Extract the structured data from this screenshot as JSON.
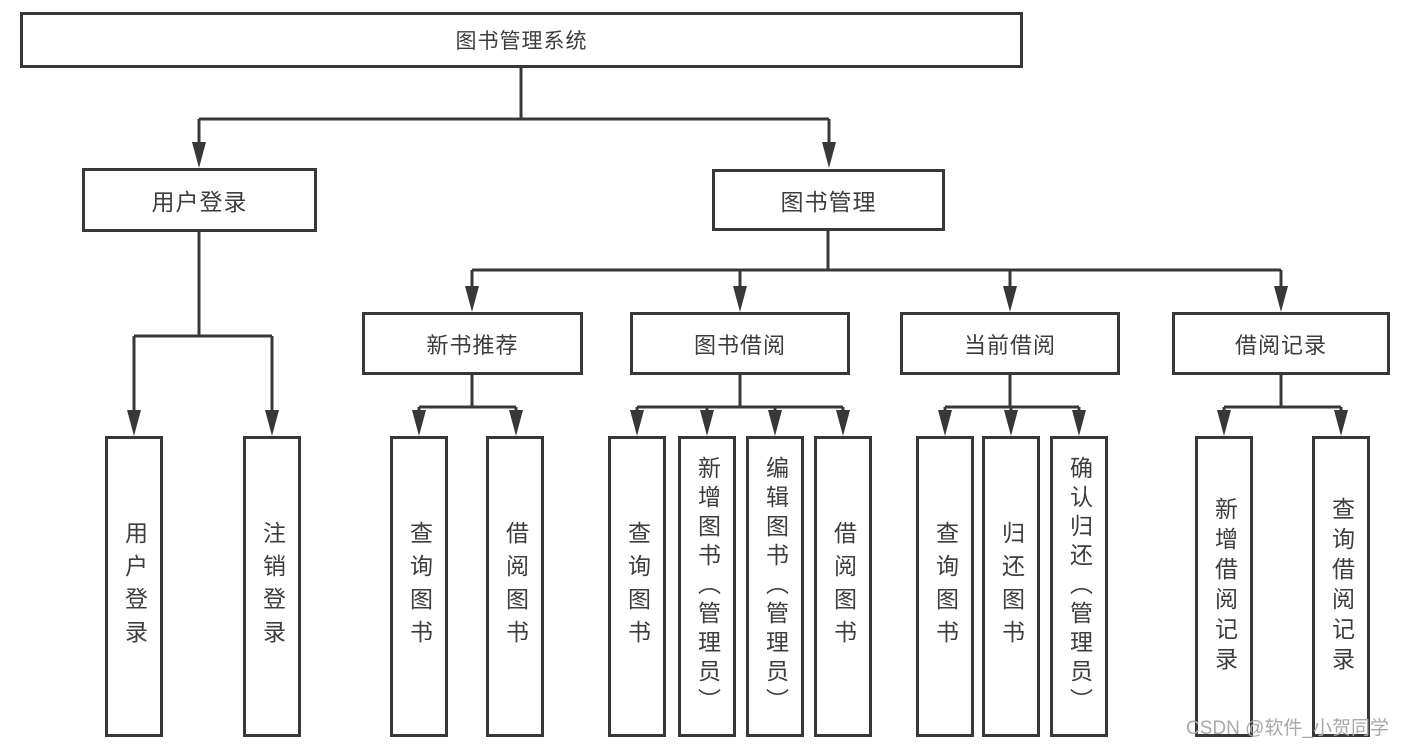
{
  "nodes": {
    "root": {
      "label": "图书管理系统"
    },
    "level2": [
      {
        "id": "user-login",
        "label": "用户登录"
      },
      {
        "id": "book-management",
        "label": "图书管理"
      }
    ],
    "level3": [
      {
        "id": "new-book-recommend",
        "parent": "图书管理",
        "label": "新书推荐"
      },
      {
        "id": "book-borrowing",
        "parent": "图书管理",
        "label": "图书借阅"
      },
      {
        "id": "current-borrowing",
        "parent": "图书管理",
        "label": "当前借阅"
      },
      {
        "id": "borrowing-records",
        "parent": "图书管理",
        "label": "借阅记录"
      }
    ],
    "leaves": [
      {
        "parent": "用户登录",
        "label": "用户登录"
      },
      {
        "parent": "用户登录",
        "label": "注销登录"
      },
      {
        "parent": "新书推荐",
        "label": "查询图书"
      },
      {
        "parent": "新书推荐",
        "label": "借阅图书"
      },
      {
        "parent": "图书借阅",
        "label": "查询图书"
      },
      {
        "parent": "图书借阅",
        "label": "新增图书（管理员）"
      },
      {
        "parent": "图书借阅",
        "label": "编辑图书（管理员）"
      },
      {
        "parent": "图书借阅",
        "label": "借阅图书"
      },
      {
        "parent": "当前借阅",
        "label": "查询图书"
      },
      {
        "parent": "当前借阅",
        "label": "归还图书"
      },
      {
        "parent": "当前借阅",
        "label": "确认归还（管理员）"
      },
      {
        "parent": "借阅记录",
        "label": "新增借阅记录"
      },
      {
        "parent": "借阅记录",
        "label": "查询借阅记录"
      }
    ]
  },
  "watermark": {
    "text": "CSDN @软件_小贺同学"
  },
  "colors": {
    "line": "#383838",
    "text": "#3d3d3d",
    "watermark": "#a9a9a9",
    "background": "#ffffff"
  }
}
